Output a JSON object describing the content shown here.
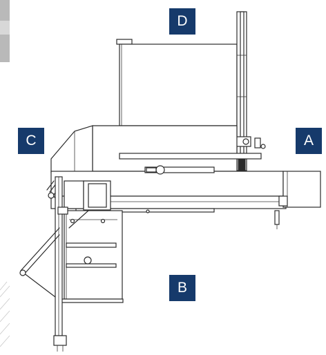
{
  "labels": {
    "a": "A",
    "b": "B",
    "c": "C",
    "d": "D"
  },
  "colors": {
    "label_background": "#163a6b",
    "label_text": "#ffffff",
    "line": "#2b2b2b",
    "edge_tab": "#b5b5b5"
  }
}
